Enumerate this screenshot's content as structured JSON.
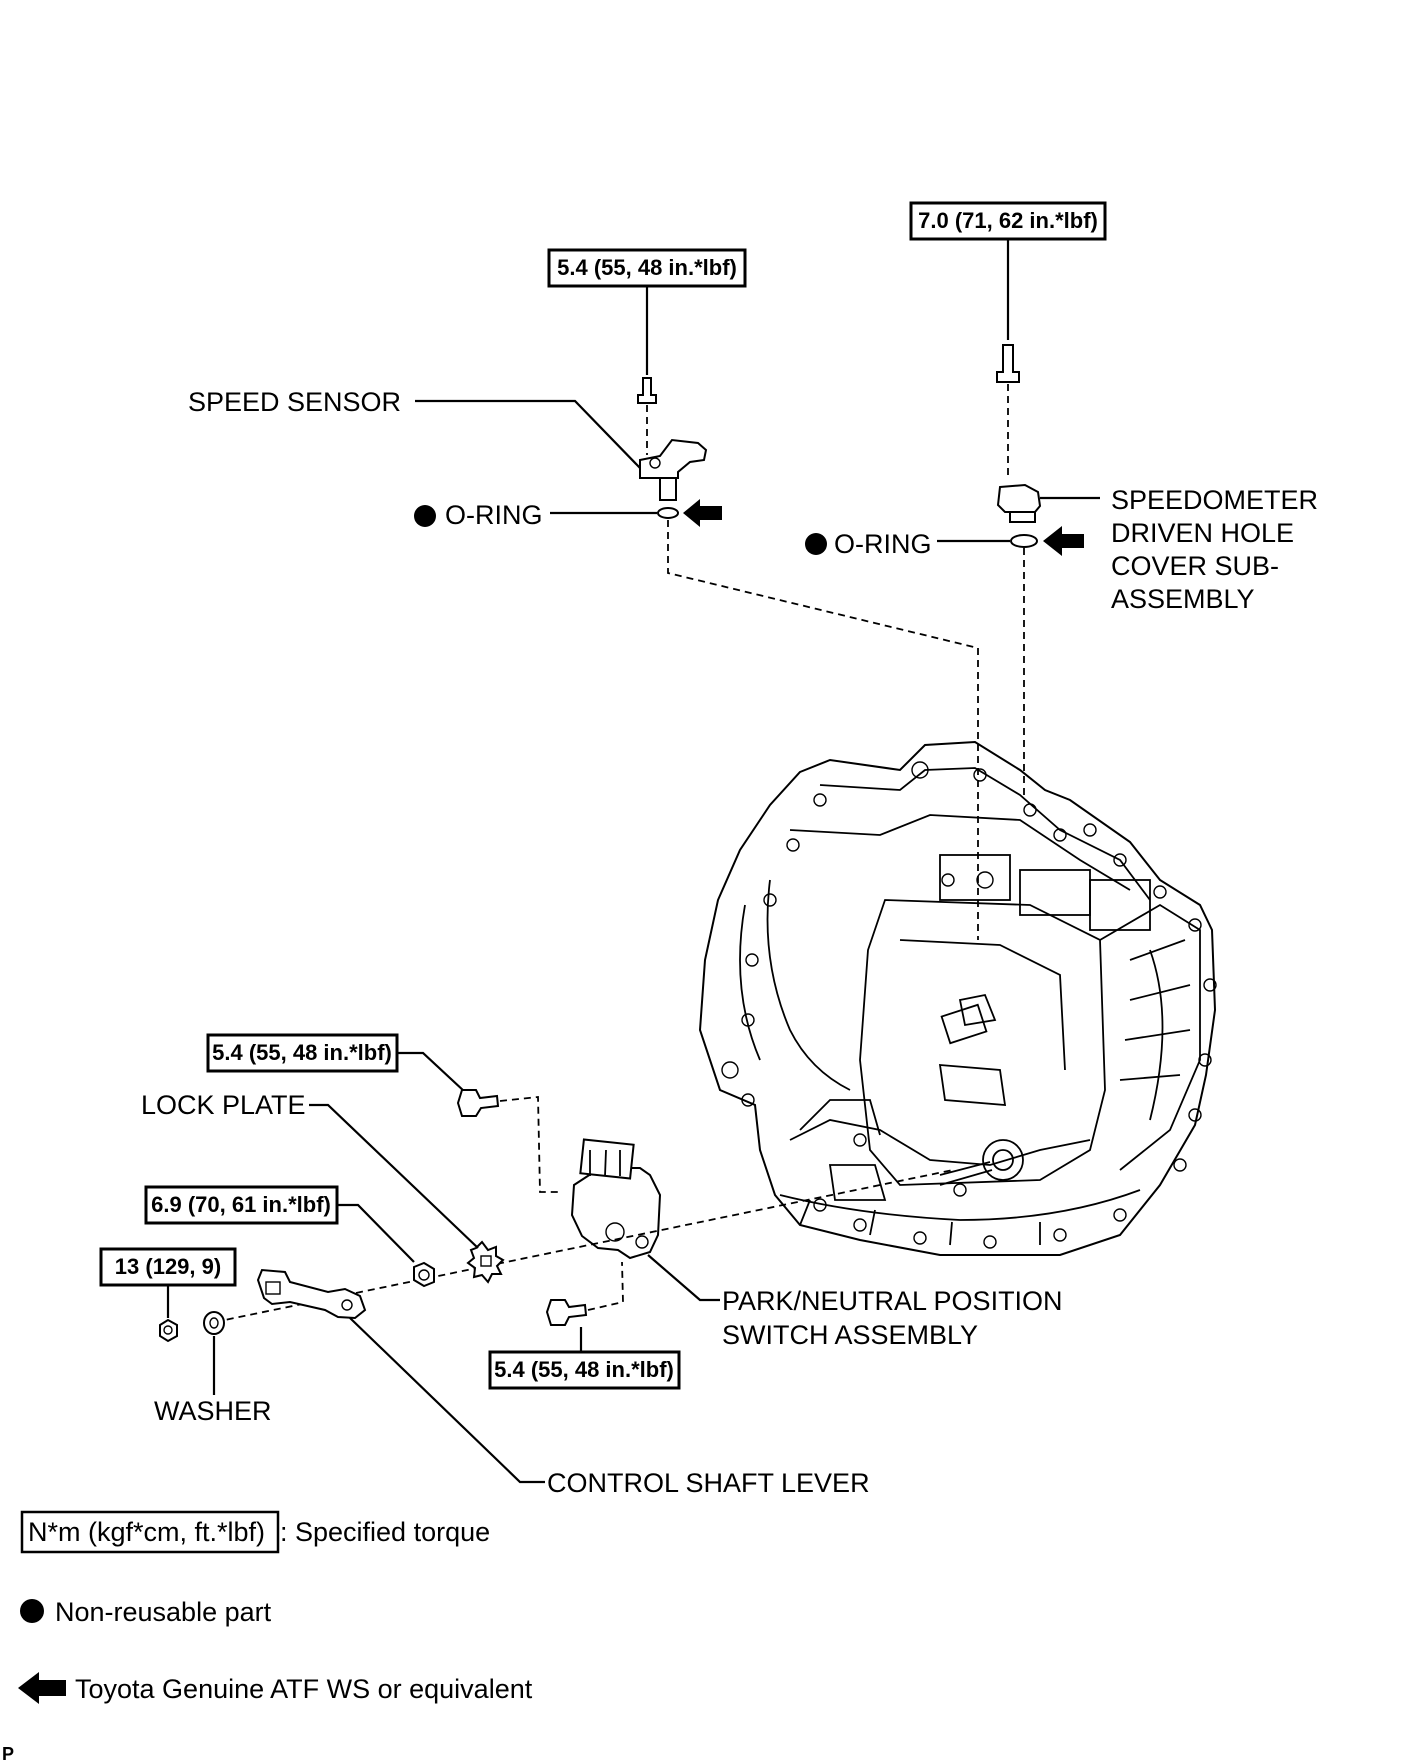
{
  "parts": {
    "speed_sensor": "SPEED SENSOR",
    "o_ring_left": "O-RING",
    "o_ring_right": "O-RING",
    "speedometer_line1": "SPEEDOMETER",
    "speedometer_line2": "DRIVEN HOLE",
    "speedometer_line3": "COVER SUB-",
    "speedometer_line4": "ASSEMBLY",
    "lock_plate": "LOCK PLATE",
    "washer": "WASHER",
    "park_neutral_line1": "PARK/NEUTRAL POSITION",
    "park_neutral_line2": "SWITCH ASSEMBLY",
    "control_shaft_lever": "CONTROL SHAFT LEVER"
  },
  "torques": {
    "speed_sensor_bolt": "5.4 (55, 48 in.*lbf)",
    "speedometer_bolt": "7.0 (71, 62 in.*lbf)",
    "switch_upper_bolt": "5.4 (55, 48 in.*lbf)",
    "lock_nut": "6.9 (70, 61 in.*lbf)",
    "lever_nut": "13 (129, 9)",
    "switch_lower_bolt": "5.4 (55, 48 in.*lbf)"
  },
  "legend": {
    "torque_unit": "N*m (kgf*cm, ft.*lbf)",
    "torque_desc": ": Specified torque",
    "non_reusable": "Non-reusable part",
    "atf": "Toyota Genuine ATF WS or equivalent"
  },
  "footer_mark": "P"
}
